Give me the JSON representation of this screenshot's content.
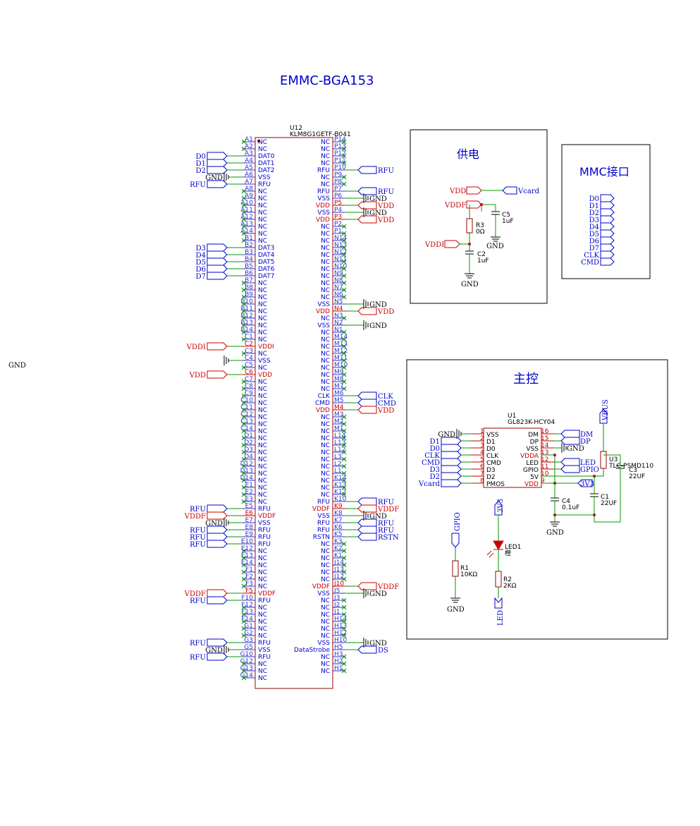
{
  "title": "EMMC-BGA153",
  "loose_net": "GND",
  "emmc": {
    "ref": "U12",
    "part": "KLM8G1GETF-B041",
    "left_pins": [
      {
        "pin": "A1",
        "name": "NC"
      },
      {
        "pin": "A2",
        "name": "NC"
      },
      {
        "pin": "A3",
        "name": "DAT0",
        "net": "D0"
      },
      {
        "pin": "A4",
        "name": "DAT1",
        "net": "D1"
      },
      {
        "pin": "A5",
        "name": "DAT2",
        "net": "D2"
      },
      {
        "pin": "A6",
        "name": "VSS",
        "gnd": "GND"
      },
      {
        "pin": "A7",
        "name": "RFU",
        "net": "RFU"
      },
      {
        "pin": "A8",
        "name": "NC"
      },
      {
        "pin": "A9",
        "name": "NC"
      },
      {
        "pin": "A10",
        "name": "NC"
      },
      {
        "pin": "A11",
        "name": "NC"
      },
      {
        "pin": "A12",
        "name": "NC"
      },
      {
        "pin": "A13",
        "name": "NC"
      },
      {
        "pin": "A14",
        "name": "NC"
      },
      {
        "pin": "B1",
        "name": "NC"
      },
      {
        "pin": "B2",
        "name": "DAT3",
        "net": "D3"
      },
      {
        "pin": "B3",
        "name": "DAT4",
        "net": "D4"
      },
      {
        "pin": "B4",
        "name": "DAT5",
        "net": "D5"
      },
      {
        "pin": "B5",
        "name": "DAT6",
        "net": "D6"
      },
      {
        "pin": "B6",
        "name": "DAT7",
        "net": "D7"
      },
      {
        "pin": "B7",
        "name": "NC"
      },
      {
        "pin": "B8",
        "name": "NC"
      },
      {
        "pin": "B9",
        "name": "NC"
      },
      {
        "pin": "B10",
        "name": "NC"
      },
      {
        "pin": "B11",
        "name": "NC"
      },
      {
        "pin": "B12",
        "name": "NC"
      },
      {
        "pin": "B13",
        "name": "NC"
      },
      {
        "pin": "B14",
        "name": "NC"
      },
      {
        "pin": "C1",
        "name": "NC"
      },
      {
        "pin": "C2",
        "name": "VDDI",
        "net": "VDDI",
        "pwr": true
      },
      {
        "pin": "C3",
        "name": "NC"
      },
      {
        "pin": "C4",
        "name": "VSS",
        "gnd": ""
      },
      {
        "pin": "C5",
        "name": "NC"
      },
      {
        "pin": "C6",
        "name": "VDD",
        "net": "VDD",
        "pwr": true
      },
      {
        "pin": "C7",
        "name": "NC"
      },
      {
        "pin": "C8",
        "name": "NC"
      },
      {
        "pin": "C9",
        "name": "NC"
      },
      {
        "pin": "C10",
        "name": "NC"
      },
      {
        "pin": "C11",
        "name": "NC"
      },
      {
        "pin": "C12",
        "name": "NC"
      },
      {
        "pin": "C13",
        "name": "NC"
      },
      {
        "pin": "C14",
        "name": "NC"
      },
      {
        "pin": "D1",
        "name": "NC"
      },
      {
        "pin": "D2",
        "name": "NC"
      },
      {
        "pin": "D3",
        "name": "NC"
      },
      {
        "pin": "D4",
        "name": "NC"
      },
      {
        "pin": "D12",
        "name": "NC"
      },
      {
        "pin": "D13",
        "name": "NC"
      },
      {
        "pin": "D14",
        "name": "NC"
      },
      {
        "pin": "E1",
        "name": "NC"
      },
      {
        "pin": "E2",
        "name": "NC"
      },
      {
        "pin": "E3",
        "name": "NC"
      },
      {
        "pin": "E5",
        "name": "RFU",
        "net": "RFU"
      },
      {
        "pin": "E6",
        "name": "VDDF",
        "net": "VDDF",
        "pwr": true
      },
      {
        "pin": "E7",
        "name": "VSS",
        "gnd": "GND"
      },
      {
        "pin": "E8",
        "name": "RFU",
        "net": "RFU"
      },
      {
        "pin": "E9",
        "name": "RFU",
        "net": "RFU"
      },
      {
        "pin": "E10",
        "name": "RFU",
        "net": "RFU"
      },
      {
        "pin": "E12",
        "name": "NC"
      },
      {
        "pin": "E13",
        "name": "NC"
      },
      {
        "pin": "E14",
        "name": "NC"
      },
      {
        "pin": "F1",
        "name": "NC"
      },
      {
        "pin": "F2",
        "name": "NC"
      },
      {
        "pin": "F3",
        "name": "NC"
      },
      {
        "pin": "F5",
        "name": "VDDF",
        "net": "VDDF",
        "pwr": true
      },
      {
        "pin": "F10",
        "name": "RFU",
        "net": "RFU"
      },
      {
        "pin": "F12",
        "name": "NC"
      },
      {
        "pin": "F13",
        "name": "NC"
      },
      {
        "pin": "F14",
        "name": "NC"
      },
      {
        "pin": "G1",
        "name": "NC"
      },
      {
        "pin": "G2",
        "name": "NC"
      },
      {
        "pin": "G3",
        "name": "RFU",
        "net": "RFU"
      },
      {
        "pin": "G5",
        "name": "VSS",
        "gnd": "GND"
      },
      {
        "pin": "G10",
        "name": "RFU",
        "net": "RFU"
      },
      {
        "pin": "G12",
        "name": "NC"
      },
      {
        "pin": "G13",
        "name": "NC"
      },
      {
        "pin": "G14",
        "name": "NC"
      }
    ],
    "right_pins": [
      {
        "pin": "P14",
        "name": "NC"
      },
      {
        "pin": "P13",
        "name": "NC"
      },
      {
        "pin": "P12",
        "name": "NC"
      },
      {
        "pin": "P11",
        "name": "NC"
      },
      {
        "pin": "P10",
        "name": "RFU",
        "net": "RFU"
      },
      {
        "pin": "P9",
        "name": "NC"
      },
      {
        "pin": "P8",
        "name": "NC"
      },
      {
        "pin": "P7",
        "name": "RFU",
        "net": "RFU"
      },
      {
        "pin": "P6",
        "name": "VSS",
        "gnd": "GND"
      },
      {
        "pin": "P5",
        "name": "VDD",
        "net": "VDD",
        "pwr": true
      },
      {
        "pin": "P4",
        "name": "VSS",
        "gnd": "GND"
      },
      {
        "pin": "P3",
        "name": "VDD",
        "net": "VDD",
        "pwr": true
      },
      {
        "pin": "P2",
        "name": "NC"
      },
      {
        "pin": "P1",
        "name": "NC"
      },
      {
        "pin": "N14",
        "name": "NC"
      },
      {
        "pin": "N13",
        "name": "NC"
      },
      {
        "pin": "N12",
        "name": "NC"
      },
      {
        "pin": "N11",
        "name": "NC"
      },
      {
        "pin": "N10",
        "name": "NC"
      },
      {
        "pin": "N9",
        "name": "NC"
      },
      {
        "pin": "N8",
        "name": "NC"
      },
      {
        "pin": "N7",
        "name": "NC"
      },
      {
        "pin": "N6",
        "name": "NC"
      },
      {
        "pin": "N5",
        "name": "VSS",
        "gnd": "GND"
      },
      {
        "pin": "N4",
        "name": "VDD",
        "net": "VDD",
        "pwr": true
      },
      {
        "pin": "N3",
        "name": "NC"
      },
      {
        "pin": "N2",
        "name": "VSS",
        "gnd": "GND"
      },
      {
        "pin": "N1",
        "name": "NC"
      },
      {
        "pin": "M14",
        "name": "NC"
      },
      {
        "pin": "M13",
        "name": "NC"
      },
      {
        "pin": "M12",
        "name": "NC"
      },
      {
        "pin": "M11",
        "name": "NC"
      },
      {
        "pin": "M10",
        "name": "NC"
      },
      {
        "pin": "M9",
        "name": "NC"
      },
      {
        "pin": "M8",
        "name": "NC"
      },
      {
        "pin": "M7",
        "name": "NC"
      },
      {
        "pin": "M6",
        "name": "CLK",
        "net": "CLK"
      },
      {
        "pin": "M5",
        "name": "CMD",
        "net": "CMD"
      },
      {
        "pin": "M4",
        "name": "VDD",
        "net": "VDD",
        "pwr": true
      },
      {
        "pin": "M3",
        "name": "NC"
      },
      {
        "pin": "M2",
        "name": "NC"
      },
      {
        "pin": "M1",
        "name": "NC"
      },
      {
        "pin": "L14",
        "name": "NC"
      },
      {
        "pin": "L13",
        "name": "NC"
      },
      {
        "pin": "L12",
        "name": "NC"
      },
      {
        "pin": "L3",
        "name": "NC"
      },
      {
        "pin": "L2",
        "name": "NC"
      },
      {
        "pin": "L1",
        "name": "NC"
      },
      {
        "pin": "K14",
        "name": "NC"
      },
      {
        "pin": "K13",
        "name": "NC"
      },
      {
        "pin": "K12",
        "name": "NC"
      },
      {
        "pin": "K10",
        "name": "RFU",
        "net": "RFU"
      },
      {
        "pin": "K9",
        "name": "VDDF",
        "net": "VDDF",
        "pwr": true
      },
      {
        "pin": "K8",
        "name": "VSS",
        "gnd": "GND"
      },
      {
        "pin": "K7",
        "name": "RFU",
        "net": "RFU"
      },
      {
        "pin": "K6",
        "name": "RFU",
        "net": "RFU"
      },
      {
        "pin": "K5",
        "name": "RSTN",
        "net": "RSTN"
      },
      {
        "pin": "K3",
        "name": "NC"
      },
      {
        "pin": "K2",
        "name": "NC"
      },
      {
        "pin": "K1",
        "name": "NC"
      },
      {
        "pin": "J14",
        "name": "NC"
      },
      {
        "pin": "J13",
        "name": "NC"
      },
      {
        "pin": "J12",
        "name": "NC"
      },
      {
        "pin": "J10",
        "name": "VDDF",
        "net": "VDDF",
        "pwr": true
      },
      {
        "pin": "J5",
        "name": "VSS",
        "gnd": "GND"
      },
      {
        "pin": "J3",
        "name": "NC"
      },
      {
        "pin": "J2",
        "name": "NC"
      },
      {
        "pin": "J1",
        "name": "NC"
      },
      {
        "pin": "H14",
        "name": "NC"
      },
      {
        "pin": "H13",
        "name": "NC"
      },
      {
        "pin": "H12",
        "name": "NC"
      },
      {
        "pin": "H10",
        "name": "VSS",
        "gnd": "GND"
      },
      {
        "pin": "H5",
        "name": "DataStrobe",
        "net": "DS"
      },
      {
        "pin": "H3",
        "name": "NC"
      },
      {
        "pin": "H2",
        "name": "NC"
      },
      {
        "pin": "H1",
        "name": "NC"
      }
    ]
  },
  "power": {
    "title": "供电",
    "vdd": "VDD",
    "vcard": "Vcard",
    "vddf": "VDDF",
    "vddi": "VDDI",
    "r3": "R3",
    "r3_val": "0Ω",
    "c5": "C5",
    "c5_val": "1uF",
    "c2": "C2",
    "c2_val": "1uF",
    "gnd": "GND"
  },
  "mmc": {
    "title": "MMC接口",
    "pins": [
      "D0",
      "D1",
      "D2",
      "D3",
      "D4",
      "D5",
      "D6",
      "D7",
      "CLK",
      "CMD"
    ]
  },
  "ctrl": {
    "title": "主控",
    "ref": "U1",
    "part": "GL823K-HCY04",
    "left": [
      {
        "num": "1",
        "name": "VSS",
        "net": "GND"
      },
      {
        "num": "2",
        "name": "D1",
        "net": "D1"
      },
      {
        "num": "3",
        "name": "D0",
        "net": "D0"
      },
      {
        "num": "4",
        "name": "CLK",
        "net": "CLK"
      },
      {
        "num": "5",
        "name": "CMD",
        "net": "CMD"
      },
      {
        "num": "6",
        "name": "D3",
        "net": "D3"
      },
      {
        "num": "7",
        "name": "D2",
        "net": "D2"
      },
      {
        "num": "8",
        "name": "PMOS",
        "net": "Vcard"
      }
    ],
    "right": [
      {
        "num": "16",
        "name": "DM",
        "net": "DM"
      },
      {
        "num": "15",
        "name": "DP",
        "net": "DP"
      },
      {
        "num": "14",
        "name": "VSS",
        "net": "GND"
      },
      {
        "num": "13",
        "name": "VDDA",
        "pwr": true
      },
      {
        "num": "12",
        "name": "LED",
        "net": "LED"
      },
      {
        "num": "11",
        "name": "GPIO",
        "net": "GPIO"
      },
      {
        "num": "10",
        "name": "5V"
      },
      {
        "num": "9",
        "name": "VDD",
        "pwr": true,
        "net": "3V3"
      }
    ],
    "vbus": "VBUS",
    "u3": "U3",
    "u3_val": "TLC-PSMD110",
    "c3": "C3",
    "c3_val": "22UF",
    "c1": "C1",
    "c1_val": "22UF",
    "c4": "C4",
    "c4_val": "0.1uF",
    "gnd": "GND",
    "v3v3": "3V3",
    "led1": "LED1",
    "led1_val": "橙",
    "r2": "R2",
    "r2_val": "2KΩ",
    "led_net": "LED",
    "gpio_net": "GPIO",
    "r1": "R1",
    "r1_val": "10KΩ"
  },
  "colors": {
    "wire": "#009900",
    "pin": "#cc0000",
    "text": "#0000cc",
    "power": "#cc0000",
    "part": "#990000",
    "ground": "#000000",
    "nc": "#3333cc"
  }
}
